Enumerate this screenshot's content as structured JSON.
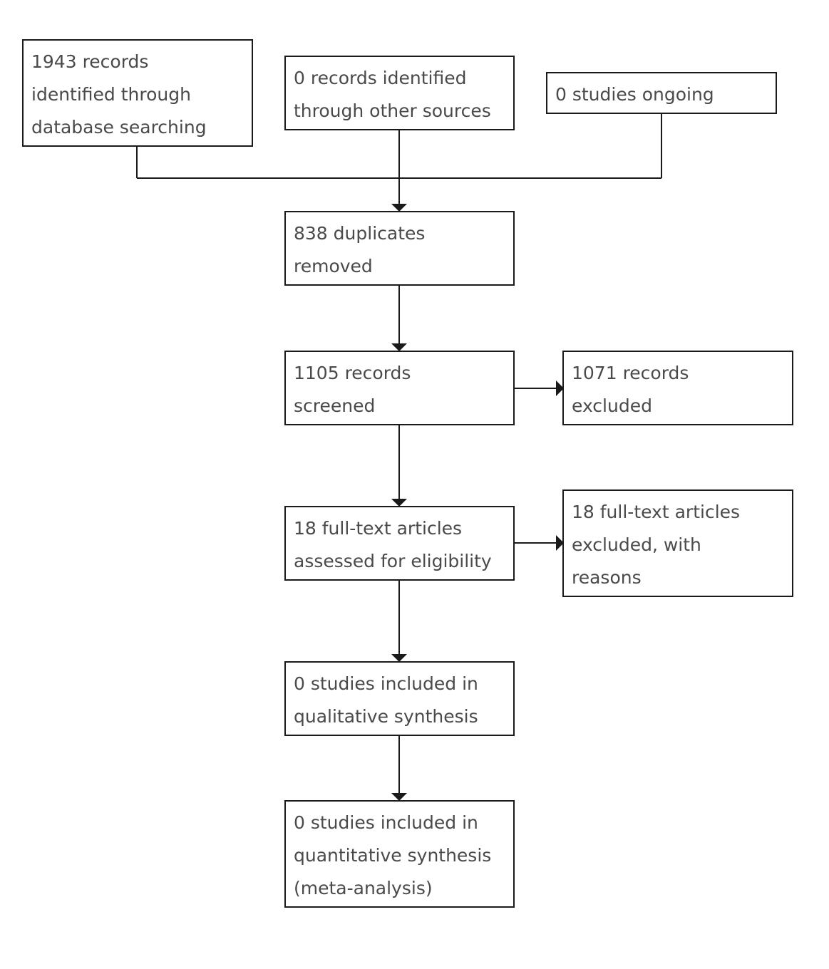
{
  "boxes": {
    "database_search": [
      "1943 records",
      "identified through",
      "database searching"
    ],
    "other_sources": [
      "0 records identified",
      "through other sources"
    ],
    "ongoing": [
      "0 studies ongoing"
    ],
    "duplicates": [
      "838 duplicates",
      "removed"
    ],
    "screened": [
      "1105 records",
      "screened"
    ],
    "excluded": [
      "1071 records",
      "excluded"
    ],
    "fulltext_assessed": [
      "18 full-text articles",
      "assessed for eligibility"
    ],
    "fulltext_excluded": [
      "18 full-text articles",
      "excluded, with",
      "reasons"
    ],
    "qualitative": [
      "0 studies included in",
      "qualitative synthesis"
    ],
    "quantitative": [
      "0 studies included in",
      "quantitative synthesis",
      "(meta-analysis)"
    ]
  }
}
